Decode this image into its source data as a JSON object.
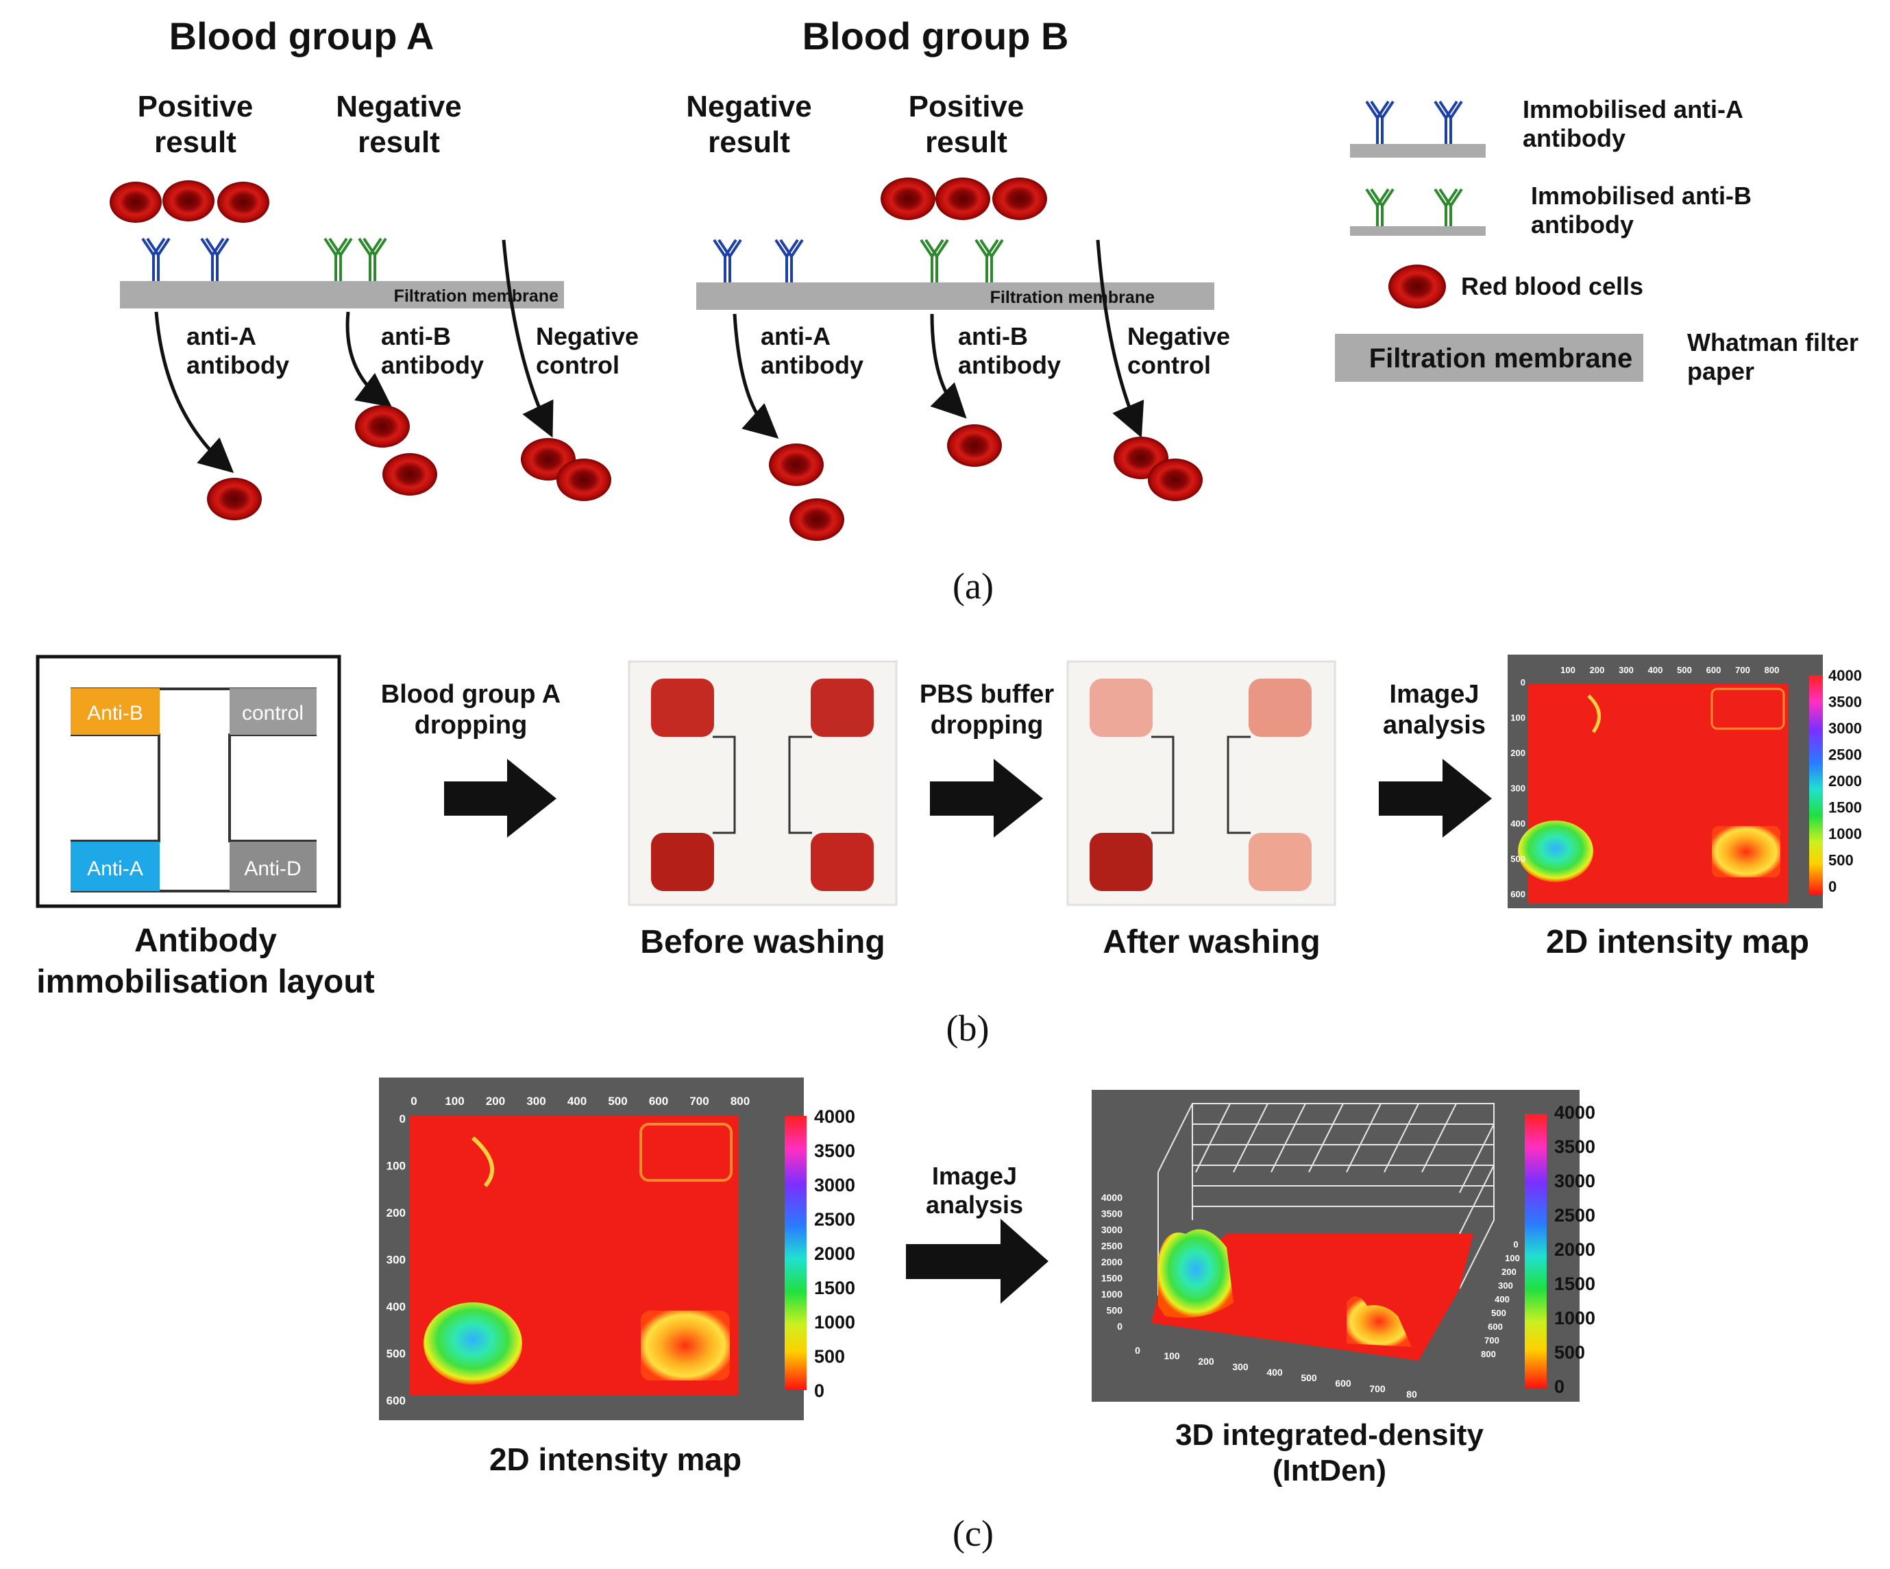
{
  "panel_a": {
    "group_a": {
      "title": "Blood group A",
      "positive": [
        "Positive",
        "result"
      ],
      "negative": [
        "Negative",
        "result"
      ],
      "membrane": "Filtration membrane",
      "lane1": [
        "anti-A",
        "antibody"
      ],
      "lane2": [
        "anti-B",
        "antibody"
      ],
      "lane3": [
        "Negative",
        "control"
      ]
    },
    "group_b": {
      "title": "Blood group B",
      "negative": [
        "Negative",
        "result"
      ],
      "positive": [
        "Positive",
        "result"
      ],
      "membrane": "Filtration membrane",
      "lane1": [
        "anti-A",
        "antibody"
      ],
      "lane2": [
        "anti-B",
        "antibody"
      ],
      "lane3": [
        "Negative",
        "control"
      ]
    },
    "legend": {
      "anti_a": [
        "Immobilised anti-A",
        "antibody"
      ],
      "anti_b": [
        "Immobilised anti-B",
        "antibody"
      ],
      "rbc": "Red blood cells",
      "membrane_box": "Filtration membrane",
      "membrane_desc": [
        "Whatman filter",
        "paper"
      ]
    },
    "caption": "(a)"
  },
  "panel_b": {
    "layout": {
      "anti_b": "Anti-B",
      "control": "control",
      "anti_a": "Anti-A",
      "anti_d": "Anti-D"
    },
    "layout_caption": [
      "Antibody",
      "immobilisation  layout"
    ],
    "step1": [
      "Blood group A",
      "dropping"
    ],
    "before_caption": "Before washing",
    "step2": [
      "PBS buffer",
      "dropping"
    ],
    "after_caption": "After washing",
    "step3": [
      "ImageJ",
      "analysis"
    ],
    "map_caption": "2D intensity map",
    "map_xticks": [
      "100",
      "200",
      "300",
      "400",
      "500",
      "600",
      "700",
      "800"
    ],
    "map_yticks": [
      "0",
      "100",
      "200",
      "300",
      "400",
      "500",
      "600"
    ],
    "colorbar": [
      "4000",
      "3500",
      "3000",
      "2500",
      "2000",
      "1500",
      "1000",
      "500",
      "0"
    ],
    "caption": "(b)"
  },
  "panel_c": {
    "map_xticks": [
      "0",
      "100",
      "200",
      "300",
      "400",
      "500",
      "600",
      "700",
      "800"
    ],
    "map_yticks": [
      "0",
      "100",
      "200",
      "300",
      "400",
      "500",
      "600"
    ],
    "colorbar": [
      "4000",
      "3500",
      "3000",
      "2500",
      "2000",
      "1500",
      "1000",
      "500",
      "0"
    ],
    "map_caption": "2D intensity map",
    "step": [
      "ImageJ",
      "analysis"
    ],
    "plot3d_zticks": [
      "4000",
      "3500",
      "3000",
      "2500",
      "2000",
      "1500",
      "1000",
      "500",
      "0"
    ],
    "plot3d_xticks": [
      "0",
      "100",
      "200",
      "300",
      "400",
      "500",
      "600",
      "700",
      "80"
    ],
    "plot3d_yticks": [
      "0",
      "100",
      "200",
      "300",
      "400",
      "500",
      "600",
      "700",
      "800"
    ],
    "plot3d_caption": [
      "3D integrated-density",
      "(IntDen)"
    ],
    "caption": "(c)"
  }
}
